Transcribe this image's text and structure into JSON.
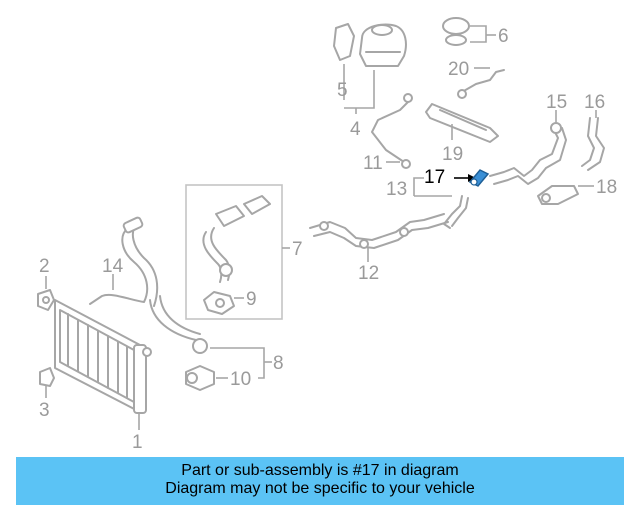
{
  "diagram": {
    "highlight_color": "#3a8fd6",
    "callouts": [
      {
        "id": "c1",
        "label": "1"
      },
      {
        "id": "c2",
        "label": "2"
      },
      {
        "id": "c3",
        "label": "3"
      },
      {
        "id": "c4",
        "label": "4"
      },
      {
        "id": "c5",
        "label": "5"
      },
      {
        "id": "c6",
        "label": "6"
      },
      {
        "id": "c7",
        "label": "7"
      },
      {
        "id": "c8",
        "label": "8"
      },
      {
        "id": "c9",
        "label": "9"
      },
      {
        "id": "c10",
        "label": "10"
      },
      {
        "id": "c11",
        "label": "11"
      },
      {
        "id": "c12",
        "label": "12"
      },
      {
        "id": "c13",
        "label": "13"
      },
      {
        "id": "c14",
        "label": "14"
      },
      {
        "id": "c15",
        "label": "15"
      },
      {
        "id": "c16",
        "label": "16"
      },
      {
        "id": "c17",
        "label": "17",
        "highlighted": true
      },
      {
        "id": "c18",
        "label": "18"
      },
      {
        "id": "c19",
        "label": "19"
      },
      {
        "id": "c20",
        "label": "20"
      }
    ]
  },
  "banner": {
    "color": "#5bc3f5",
    "line1": "Part or sub-assembly is #17 in diagram",
    "line2": "Diagram may not be specific to your vehicle"
  }
}
